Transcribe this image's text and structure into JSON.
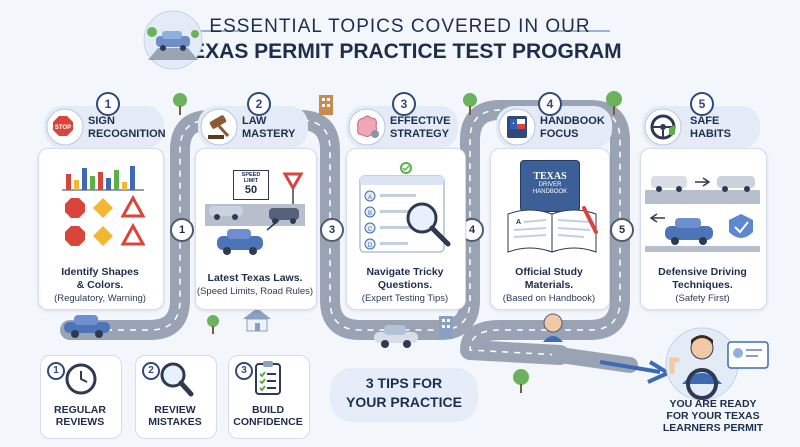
{
  "title": {
    "line1": "ESSENTIAL TOPICS COVERED IN OUR",
    "line2": "TEXAS PERMIT PRACTICE TEST PROGRAM"
  },
  "topics": [
    {
      "number": "1",
      "label_line1": "SIGN",
      "label_line2": "RECOGNITION",
      "caption_line1": "Identify Shapes",
      "caption_line2": "& Colors.",
      "sub": "(Regulatory, Warning)",
      "icon": "stop-sign-icon"
    },
    {
      "number": "2",
      "label_line1": "LAW",
      "label_line2": "MASTERY",
      "caption_line1": "Latest Texas Laws.",
      "caption_line2": "",
      "sub": "(Speed Limits, Road Rules)",
      "icon": "gavel-icon"
    },
    {
      "number": "3",
      "label_line1": "EFFECTIVE",
      "label_line2": "STRATEGY",
      "caption_line1": "Navigate Tricky",
      "caption_line2": "Questions.",
      "sub": "(Expert Testing Tips)",
      "icon": "brain-icon"
    },
    {
      "number": "4",
      "label_line1": "HANDBOOK",
      "label_line2": "FOCUS",
      "caption_line1": "Official Study",
      "caption_line2": "Materials.",
      "sub": "(Based on Handbook)",
      "icon": "texas-book-icon"
    },
    {
      "number": "5",
      "label_line1": "SAFE",
      "label_line2": "HABITS",
      "caption_line1": "Defensive Driving",
      "caption_line2": "Techniques.",
      "sub": "(Safety First)",
      "icon": "steering-wheel-icon"
    }
  ],
  "road_markers": [
    "1",
    "3",
    "4",
    "5"
  ],
  "speed_sign": {
    "line1": "SPEED",
    "line2": "LIMIT",
    "value": "50"
  },
  "handbook": {
    "line1": "TEXAS",
    "line2": "DRIVER",
    "line3": "HANDBOOK"
  },
  "tips": {
    "title_line1": "3 TIPS FOR",
    "title_line2": "YOUR PRACTICE",
    "items": [
      {
        "number": "1",
        "line1": "REGULAR",
        "line2": "REVIEWS",
        "icon": "clock-icon"
      },
      {
        "number": "2",
        "line1": "REVIEW",
        "line2": "MISTAKES",
        "icon": "magnifier-icon"
      },
      {
        "number": "3",
        "line1": "BUILD",
        "line2": "CONFIDENCE",
        "icon": "checklist-icon"
      }
    ]
  },
  "ready": {
    "line1": "YOU ARE READY",
    "line2": "FOR YOUR TEXAS",
    "line3": "LEARNERS PERMIT"
  },
  "colors": {
    "navy": "#1f2d4d",
    "road": "#9aa3b3",
    "accent_blue": "#3d6bb3",
    "sign_red": "#d9453b",
    "sign_yellow": "#f2b632",
    "green": "#5bb04b"
  }
}
